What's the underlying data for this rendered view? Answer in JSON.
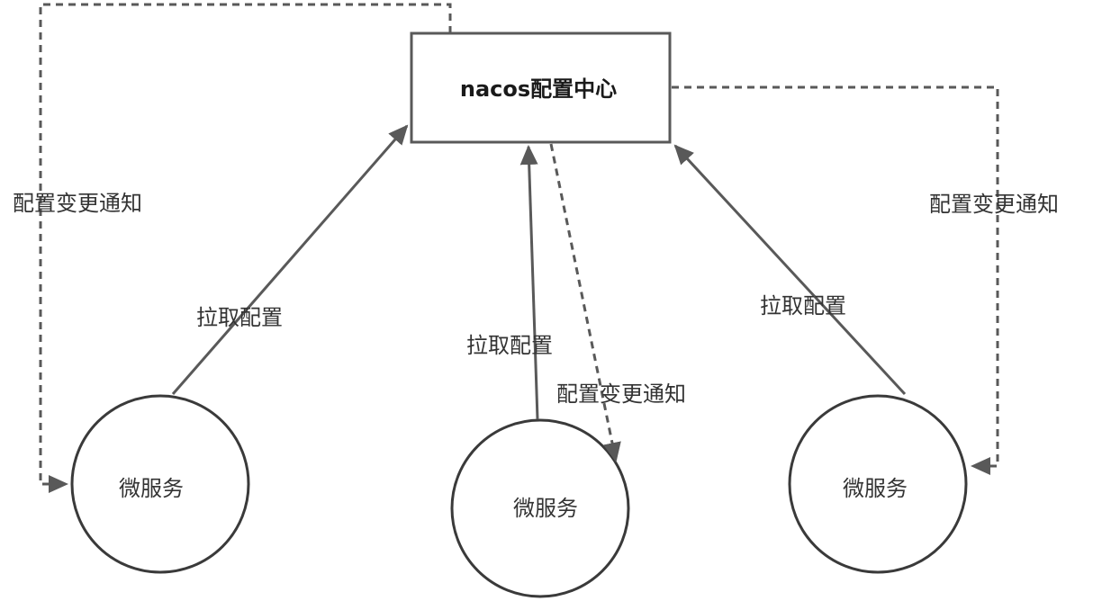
{
  "center": {
    "title": "nacos配置中心"
  },
  "services": [
    {
      "label": "微服务"
    },
    {
      "label": "微服务"
    },
    {
      "label": "微服务"
    }
  ],
  "edges": {
    "pull_label": "拉取配置",
    "notify_label": "配置变更通知"
  },
  "colors": {
    "stroke": "#595959",
    "text": "#333333"
  }
}
